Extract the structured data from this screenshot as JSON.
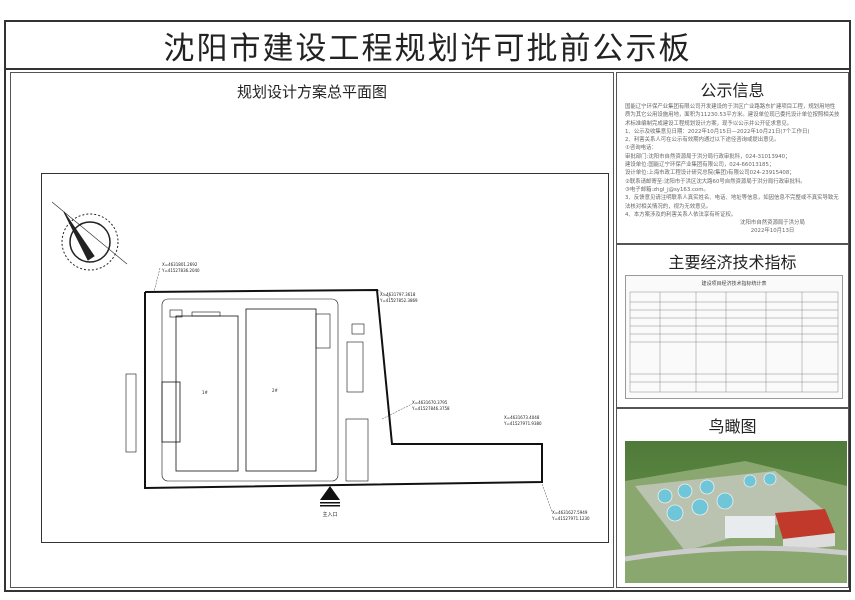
{
  "board": {
    "title": "沈阳市建设工程规划许可批前公示板"
  },
  "plan_panel": {
    "title": "规划设计方案总平面图",
    "labels": {
      "entrance": "主入口"
    }
  },
  "notice": {
    "title": "公示信息",
    "paragraphs": [
      "国能辽宁环保产业集团有限公司开发建设的于洪区广业路路东扩建项目工程，规划用地性质为其它公用设施用地，面积为11230.53平方米。建设单位现已委托设计单位按照相关技术标准编制完成建设工程规划设计方案，现予以公示并公开征求意见。",
      "1、公示及收集意见日期：2022年10月15日—2022年10月21日(7个工作日)",
      "2、利害关系人可在公示有效期内通过以下途径咨询或提出意见。",
      "①咨询电话：",
      "审批部门:沈阳市自然资源局于洪分局行政审批科，024-31013940；",
      "建设单位:国能辽宁环保产业集团有限公司，024-66013185；",
      "设计单位:上海市政工程设计研究总院(集团)有限公司024-23915408；",
      "②联系请邮寄至:沈阳市于洪区沈大路60号自然资源局于洪分局行政审批科。",
      "③电子邮箱:zhgl_j@sy163.com。",
      "3、反馈意见请注明联系人真实姓名、电话、地址等信息，如因信息不完整或不真实导致无法核对相关情况的，视为无效意见。",
      "4、本方案涉及的利害关系人依法享有听证权。"
    ],
    "signature": "沈阳市自然资源局于洪分局",
    "date": "2022年10月13日"
  },
  "indicators": {
    "title": "主要经济技术指标",
    "table_title": "建设项目经济技术指标统计表"
  },
  "aerial": {
    "title": "鸟瞰图"
  },
  "colors": {
    "border": "#333333",
    "text": "#222222",
    "roof_red": "#c0392b"
  }
}
